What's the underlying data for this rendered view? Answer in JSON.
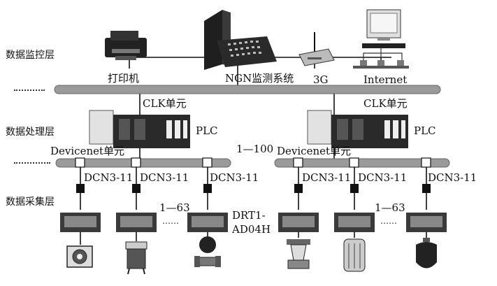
{
  "layers": {
    "monitor": "数据监控层",
    "processing": "数据处理层",
    "acquisition": "数据采集层"
  },
  "top_devices": {
    "printer": "打印机",
    "ngn": "NGN监测系统",
    "g3": "3G",
    "internet": "Internet"
  },
  "left_unit": {
    "clk": "CLK单元",
    "plc": "PLC",
    "devicenet": "Devicenet单元"
  },
  "right_unit": {
    "clk": "CLK单元",
    "plc": "PLC",
    "devicenet": "Devicenet单元"
  },
  "plc_range": "1—100",
  "dcn_label": "DCN3-11",
  "node_range_left": "1—63",
  "node_range_right": "1—63",
  "drt_line1": "DRT1-",
  "drt_line2": "AD04H",
  "ellipsis": "……",
  "colors": {
    "bus": "#9a9a9a",
    "line": "#111111",
    "device_dark": "#2b2b2b",
    "device_mid": "#8a8a8a",
    "device_light": "#d8d8d8"
  }
}
